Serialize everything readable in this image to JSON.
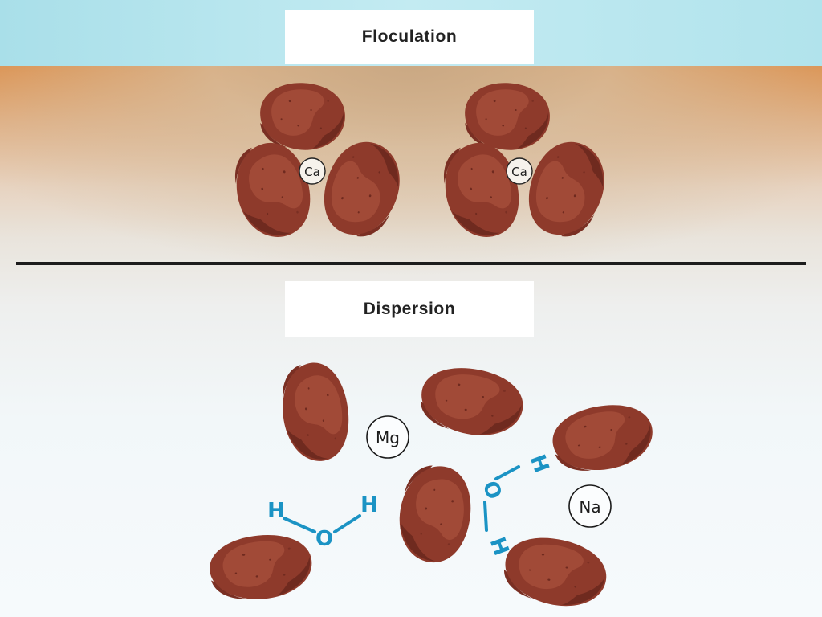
{
  "colors": {
    "particle": "#8e3a2b",
    "particle_light": "#a14a37",
    "particle_dark": "#6f2a1f",
    "water": "#1b93c4",
    "divider": "#1c1c1c"
  },
  "flocculation": {
    "title": "Floculation",
    "clusters": [
      {
        "ion": "Ca"
      },
      {
        "ion": "Ca"
      }
    ]
  },
  "dispersion": {
    "title": "Dispersion",
    "ions": [
      "Mg",
      "Na"
    ],
    "water_molecules": [
      {
        "atoms": [
          "H",
          "O",
          "H"
        ]
      },
      {
        "atoms": [
          "H",
          "O",
          "H"
        ]
      }
    ]
  }
}
